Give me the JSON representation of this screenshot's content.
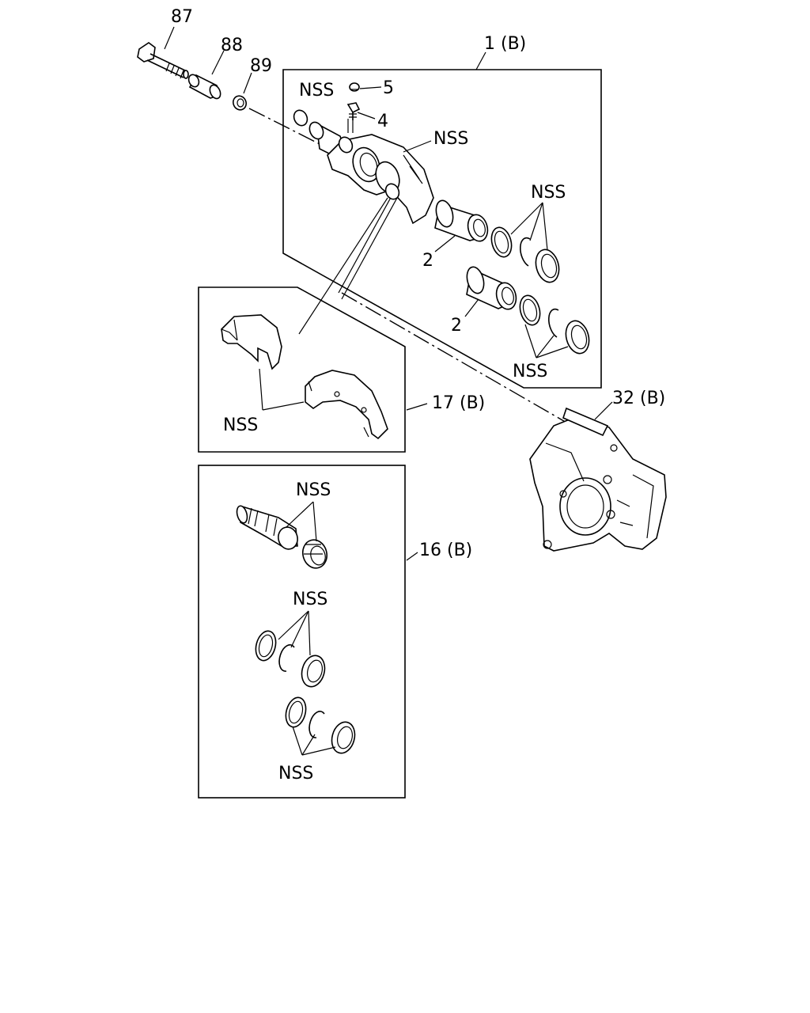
{
  "labels": {
    "bolt": "87",
    "sleeve": "88",
    "bushing": "89",
    "caliper_assembly": "1 (B)",
    "nss": "NSS",
    "cap": "5",
    "bleeder": "4",
    "piston": "2",
    "pad_kit": "17 (B)",
    "bracket": "32 (B)",
    "seal_kit": "16 (B)"
  }
}
